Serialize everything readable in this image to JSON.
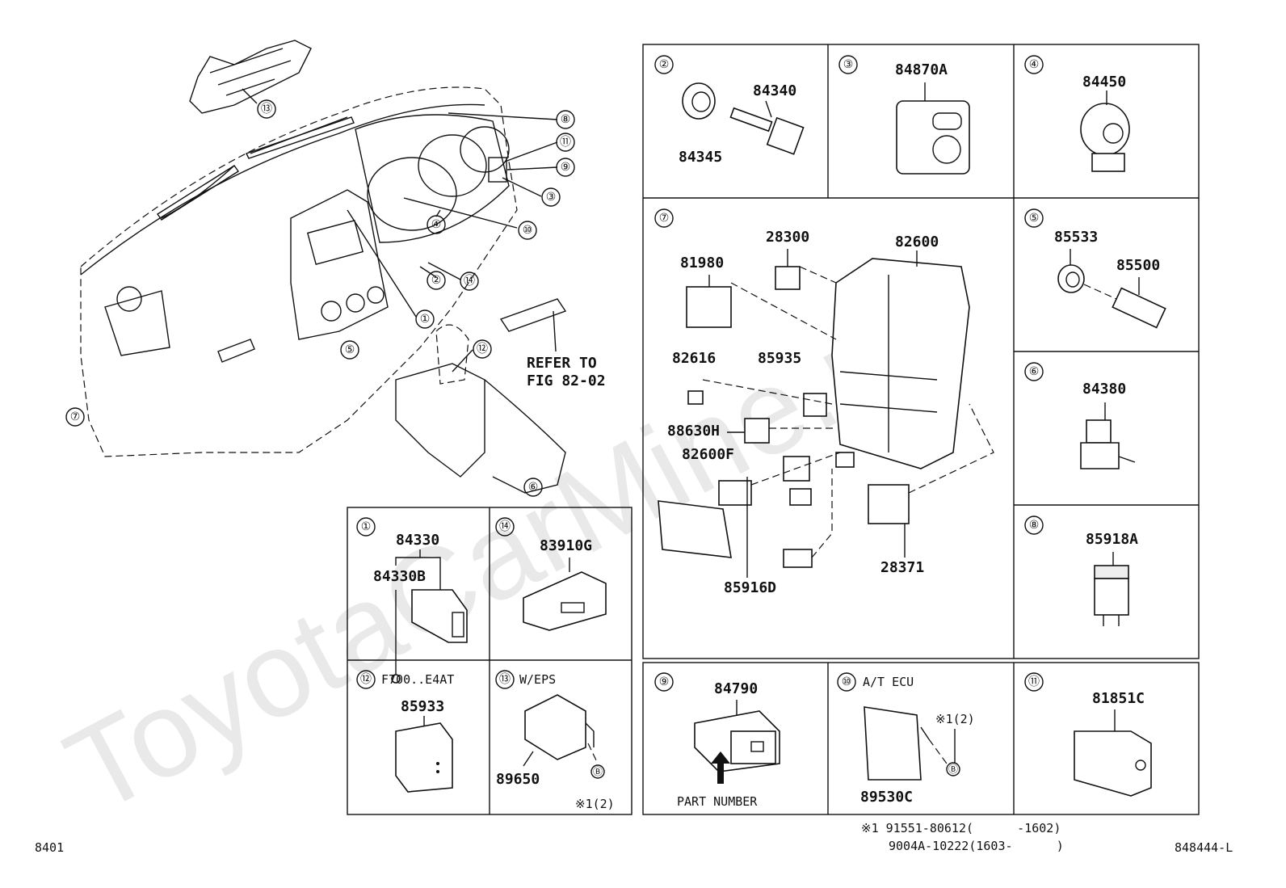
{
  "watermark": "ToyotaCarMine.ru",
  "footer": {
    "left": "8401",
    "right": "848444-L"
  },
  "refer": {
    "line1": "REFER TO",
    "line2": "FIG 82-02"
  },
  "callouts": [
    "①",
    "②",
    "③",
    "④",
    "⑤",
    "⑥",
    "⑦",
    "⑧",
    "⑨",
    "⑩",
    "⑪",
    "⑫",
    "⑬",
    "⑭"
  ],
  "boxes": {
    "b2": {
      "num": "②",
      "parts": [
        "84340",
        "84345"
      ]
    },
    "b3": {
      "num": "③",
      "parts": [
        "84870A"
      ]
    },
    "b4": {
      "num": "④",
      "parts": [
        "84450"
      ]
    },
    "b5": {
      "num": "⑤",
      "parts": [
        "85533",
        "85500"
      ]
    },
    "b6": {
      "num": "⑥",
      "parts": [
        "84380"
      ]
    },
    "b7": {
      "num": "⑦",
      "parts": [
        "28300",
        "82600",
        "81980",
        "82616",
        "85935",
        "88630H",
        "82600F",
        "28371",
        "85916D"
      ]
    },
    "b8": {
      "num": "⑧",
      "parts": [
        "85918A"
      ]
    },
    "b9": {
      "num": "⑨",
      "parts": [
        "84790"
      ],
      "note": "PART NUMBER"
    },
    "b10": {
      "num": "⑩",
      "caption": "A/T ECU",
      "parts": [
        "89530C"
      ],
      "ref": "※1(2)",
      "marker": "Ⓑ"
    },
    "b11": {
      "num": "⑪",
      "parts": [
        "81851C"
      ]
    },
    "b1": {
      "num": "①",
      "parts": [
        "84330",
        "84330B"
      ]
    },
    "b14": {
      "num": "⑭",
      "parts": [
        "83910G"
      ]
    },
    "b12": {
      "num": "⑫",
      "caption": "F700..E4AT",
      "parts": [
        "85933"
      ]
    },
    "b13": {
      "num": "⑬",
      "caption": "W/EPS",
      "parts": [
        "89650"
      ],
      "ref": "※1(2)",
      "marker": "Ⓑ"
    }
  },
  "footnote": {
    "line1": "※1 91551-80612(      -1602)",
    "line2": "9004A-10222(1603-      )"
  }
}
